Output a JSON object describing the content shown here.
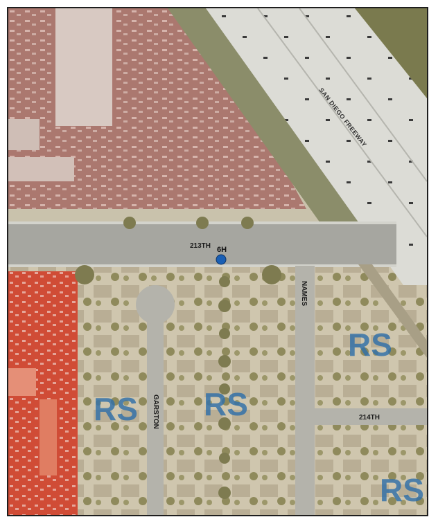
{
  "map": {
    "freeway_label": "SAN DIEGO FREEWAY",
    "streets": {
      "main_street": "213TH",
      "cross_street_south": "214TH",
      "vertical_street_west": "GARSTON",
      "vertical_street_mid": "NAMES"
    },
    "marker": {
      "label": "6H",
      "color": "#1a5fb4"
    },
    "zones": [
      {
        "label": "RS"
      },
      {
        "label": "RS"
      },
      {
        "label": "RS"
      },
      {
        "label": "RS"
      }
    ],
    "colors": {
      "industrial_overlay": "#b86a5e",
      "commercial_overlay": "#d2513a",
      "zone_label": "#2f6fa8"
    }
  }
}
